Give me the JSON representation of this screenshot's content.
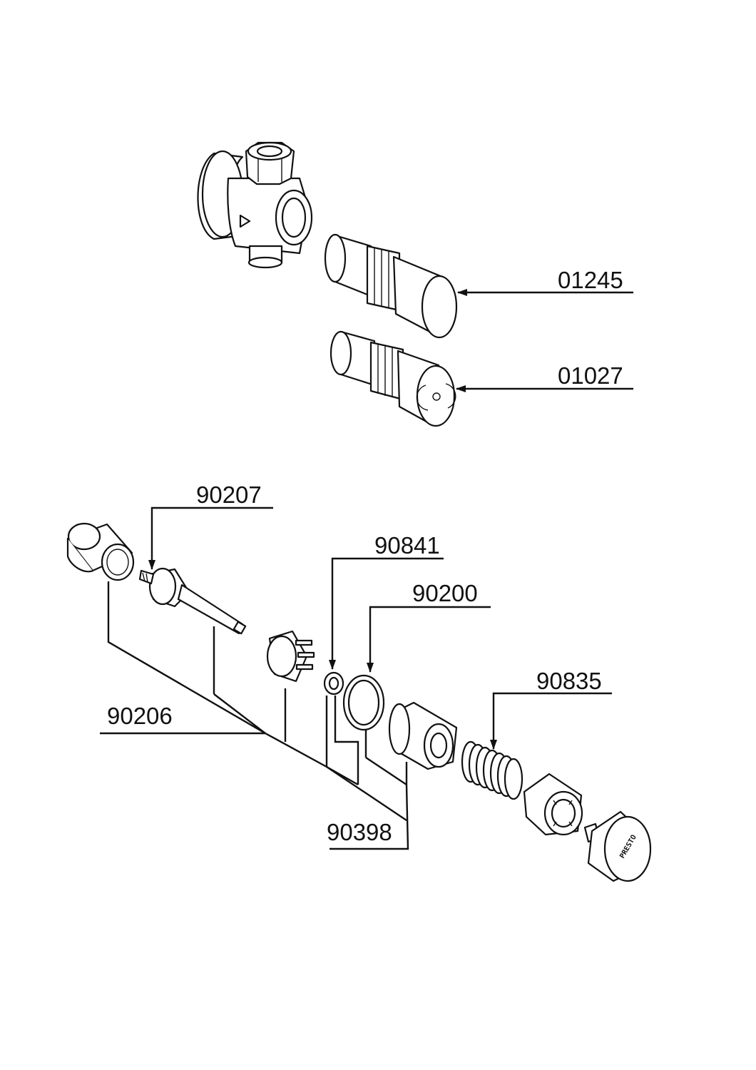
{
  "callouts": {
    "c01245": "01245",
    "c01027": "01027",
    "c90207": "90207",
    "c90841": "90841",
    "c90200": "90200",
    "c90835": "90835",
    "c90206": "90206",
    "c90398": "90398"
  },
  "knob_text": "PRESTO"
}
